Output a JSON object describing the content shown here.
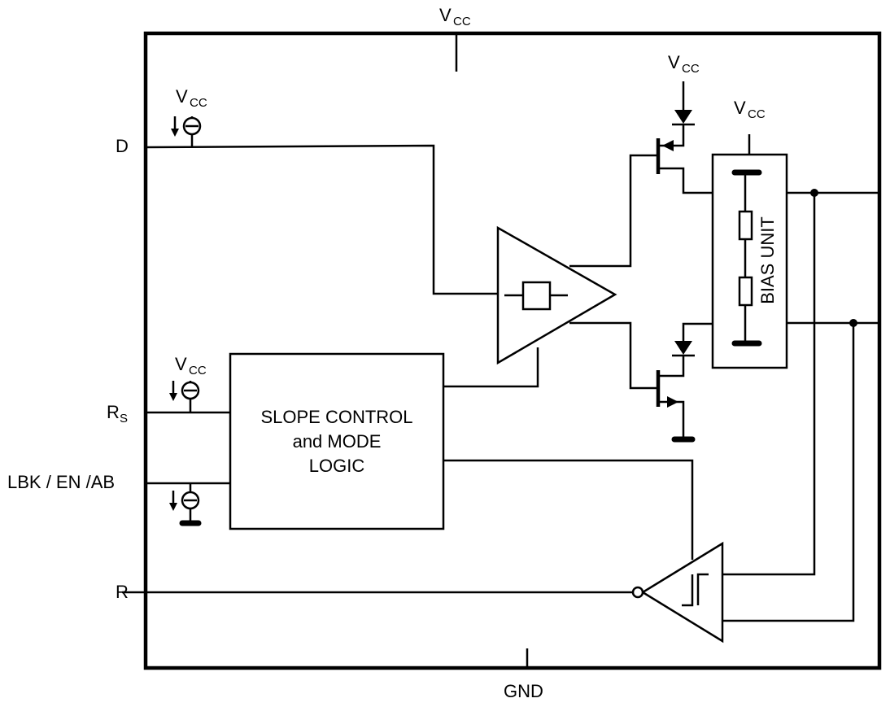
{
  "pins": {
    "vcc_top": "V",
    "vcc_sub": "CC",
    "d": "D",
    "rs_main": "R",
    "rs_sub": "S",
    "lbk": "LBK / EN /AB",
    "r": "R",
    "gnd": "GND"
  },
  "supply": {
    "vcc_main": "V",
    "vcc_sub": "CC"
  },
  "blocks": {
    "slope_line1": "SLOPE CONTROL",
    "slope_line2": "and MODE",
    "slope_line3": "LOGIC",
    "bias": "BIAS UNIT"
  }
}
